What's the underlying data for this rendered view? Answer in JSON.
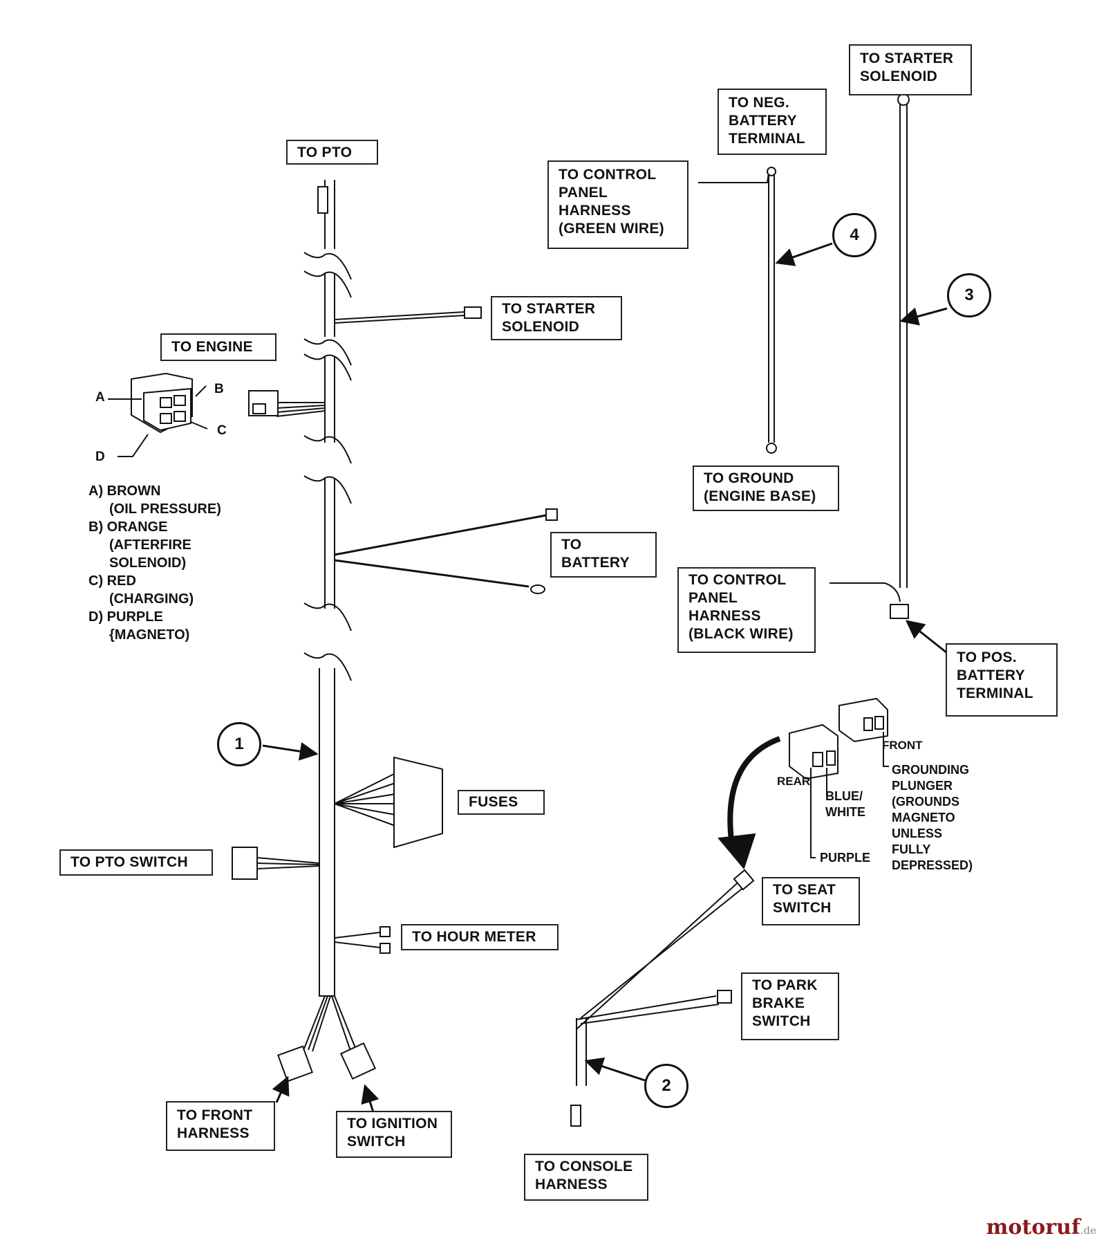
{
  "labels": {
    "to_pto": [
      "TO PTO"
    ],
    "to_starter_solenoid_top": [
      "TO STARTER",
      "SOLENOID"
    ],
    "to_neg_battery": [
      "TO NEG.",
      "BATTERY",
      "TERMINAL"
    ],
    "to_control_panel_green": [
      "TO CONTROL",
      "PANEL",
      "HARNESS",
      "(GREEN WIRE)"
    ],
    "to_starter_solenoid_mid": [
      "TO STARTER",
      "SOLENOID"
    ],
    "to_engine": [
      "TO ENGINE"
    ],
    "to_ground": [
      "TO GROUND",
      "(ENGINE BASE)"
    ],
    "to_battery": [
      "TO",
      "BATTERY"
    ],
    "to_control_panel_black": [
      "TO CONTROL",
      "PANEL",
      "HARNESS",
      "(BLACK WIRE)"
    ],
    "to_pos_battery": [
      "TO POS.",
      "BATTERY",
      "TERMINAL"
    ],
    "fuses": [
      "FUSES"
    ],
    "to_pto_switch": [
      "TO PTO SWITCH"
    ],
    "to_hour_meter": [
      "TO HOUR METER"
    ],
    "to_seat_switch": [
      "TO SEAT",
      "SWITCH"
    ],
    "to_park_brake": [
      "TO PARK",
      "BRAKE",
      "SWITCH"
    ],
    "to_front_harness": [
      "TO FRONT",
      "HARNESS"
    ],
    "to_ignition_switch": [
      "TO IGNITION",
      "SWITCH"
    ],
    "to_console_harness": [
      "TO CONSOLE",
      "HARNESS"
    ]
  },
  "callouts": [
    "1",
    "2",
    "3",
    "4"
  ],
  "connector_letters": [
    "A",
    "B",
    "C",
    "D"
  ],
  "legend": [
    {
      "key": "A)",
      "name": "BROWN",
      "detail": [
        "(OIL PRESSURE)"
      ]
    },
    {
      "key": "B)",
      "name": "ORANGE",
      "detail": [
        "(AFTERFIRE",
        "SOLENOID)"
      ]
    },
    {
      "key": "C)",
      "name": "RED",
      "detail": [
        "(CHARGING)"
      ]
    },
    {
      "key": "D)",
      "name": "PURPLE",
      "detail": [
        "{MAGNETO)"
      ]
    }
  ],
  "seat_switch_notes": {
    "front": "FRONT",
    "rear": "REAR",
    "blue_white": [
      "BLUE/",
      "WHITE"
    ],
    "purple": "PURPLE",
    "grounding": [
      "GROUNDING",
      "PLUNGER",
      "(GROUNDS",
      "MAGNETO",
      "UNLESS",
      "FULLY",
      "DEPRESSED)"
    ]
  },
  "watermark": {
    "main": "motoruf",
    "suffix": ".de"
  },
  "colors": {
    "ink": "#111111",
    "wire_fill": "#ffffff",
    "watermark_main": "#8a1a1a"
  }
}
